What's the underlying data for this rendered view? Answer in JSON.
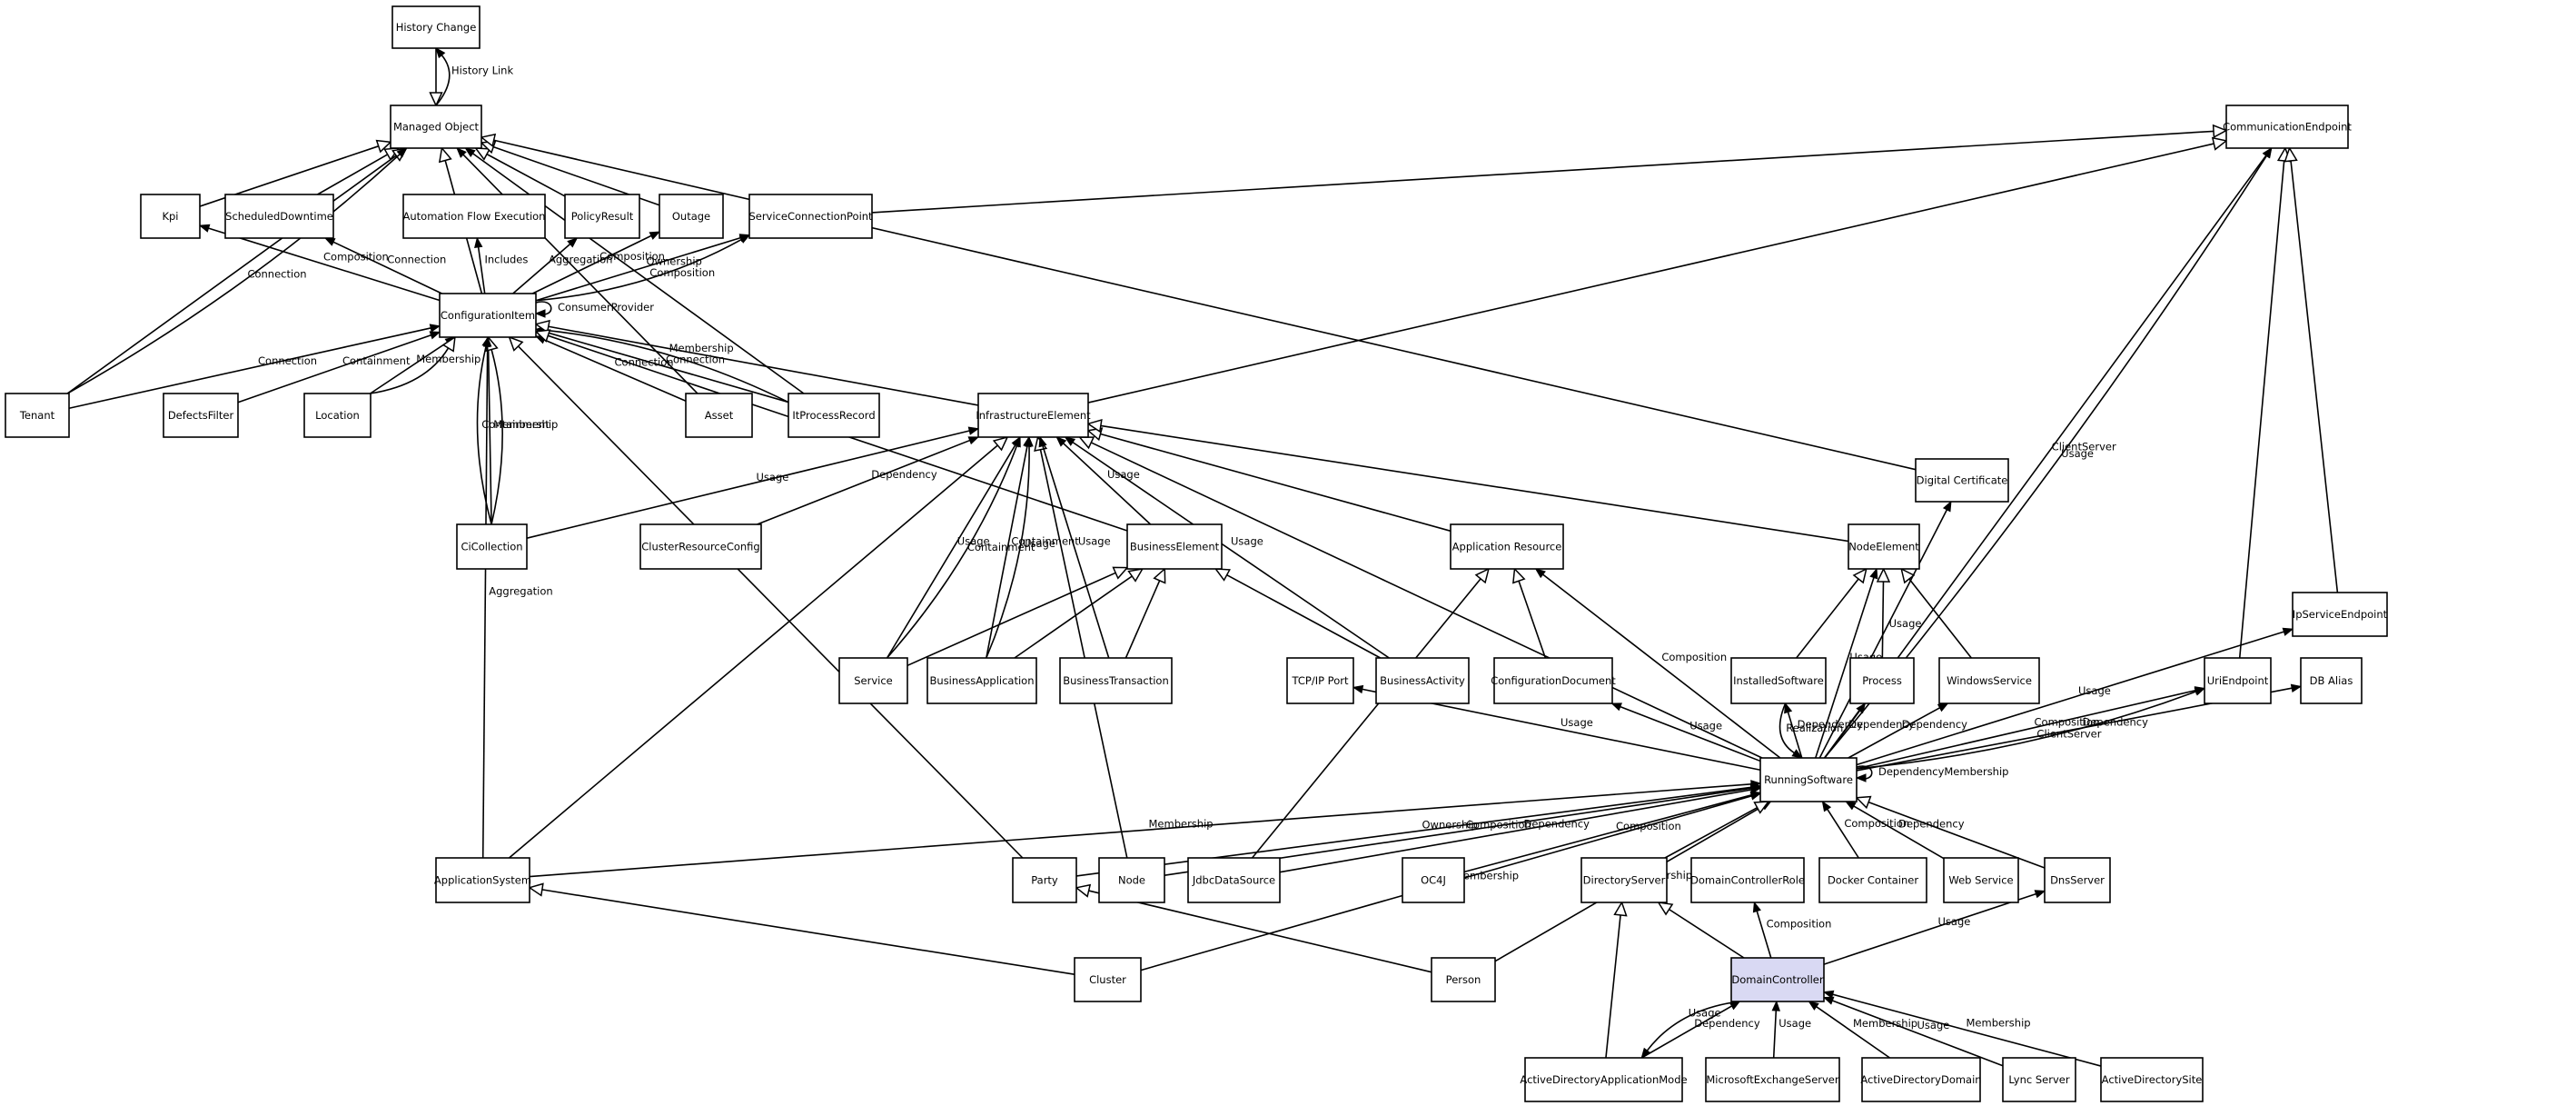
{
  "nodes": {
    "history_change": "History Change",
    "managed_object": "Managed Object",
    "communication_endpoint": "CommunicationEndpoint",
    "kpi": "Kpi",
    "scheduled_downtime": "ScheduledDowntime",
    "automation_flow_execution": "Automation Flow Execution",
    "policy_result": "PolicyResult",
    "outage": "Outage",
    "service_connection_point": "ServiceConnectionPoint",
    "configuration_item": "ConfigurationItem",
    "tenant": "Tenant",
    "defects_filter": "DefectsFilter",
    "location": "Location",
    "asset": "Asset",
    "it_process_record": "ItProcessRecord",
    "infrastructure_element": "InfrastructureElement",
    "digital_certificate": "Digital Certificate",
    "ci_collection": "CiCollection",
    "cluster_resource_config": "ClusterResourceConfig",
    "business_element": "BusinessElement",
    "application_resource": "Application Resource",
    "node_element": "NodeElement",
    "ip_service_endpoint": "IpServiceEndpoint",
    "service": "Service",
    "business_application": "BusinessApplication",
    "business_transaction": "BusinessTransaction",
    "tcp_ip_port": "TCP/IP Port",
    "business_activity": "BusinessActivity",
    "configuration_document": "ConfigurationDocument",
    "installed_software": "InstalledSoftware",
    "process": "Process",
    "windows_service": "WindowsService",
    "uri_endpoint": "UriEndpoint",
    "db_alias": "DB Alias",
    "running_software": "RunningSoftware",
    "application_system": "ApplicationSystem",
    "party": "Party",
    "node": "Node",
    "jdbc_data_source": "JdbcDataSource",
    "oc4j": "OC4J",
    "directory_server": "DirectoryServer",
    "domain_controller_role": "DomainControllerRole",
    "docker_container": "Docker Container",
    "web_service": "Web Service",
    "dns_server": "DnsServer",
    "cluster": "Cluster",
    "person": "Person",
    "domain_controller": "DomainController",
    "active_directory_application_mode": "ActiveDirectoryApplicationMode",
    "microsoft_exchange_server": "MicrosoftExchangeServer",
    "active_directory_domain": "ActiveDirectoryDomain",
    "lync_server": "Lync Server",
    "active_directory_site": "ActiveDirectorySite"
  },
  "highlight_node": "domain_controller",
  "highlight_color": "#d9d9f3",
  "edges": [
    {
      "from": "history_change",
      "to": "managed_object",
      "label": "",
      "head": "triangle"
    },
    {
      "from": "managed_object",
      "to": "history_change",
      "label": "History Link",
      "head": "filled"
    },
    {
      "from": "kpi",
      "to": "managed_object",
      "label": "",
      "head": "triangle"
    },
    {
      "from": "scheduled_downtime",
      "to": "managed_object",
      "label": "",
      "head": "triangle"
    },
    {
      "from": "policy_result",
      "to": "managed_object",
      "label": "",
      "head": "triangle"
    },
    {
      "from": "outage",
      "to": "managed_object",
      "label": "",
      "head": "triangle"
    },
    {
      "from": "tenant",
      "to": "managed_object",
      "label": "",
      "head": "triangle"
    },
    {
      "from": "tenant",
      "to": "managed_object",
      "label": "Connection",
      "head": "filled"
    },
    {
      "from": "configuration_item",
      "to": "managed_object",
      "label": "",
      "head": "triangle"
    },
    {
      "from": "asset",
      "to": "managed_object",
      "label": "",
      "head": "filled"
    },
    {
      "from": "it_process_record",
      "to": "managed_object",
      "label": "",
      "head": "filled"
    },
    {
      "from": "digital_certificate",
      "to": "managed_object",
      "label": "",
      "head": "triangle"
    },
    {
      "from": "service_connection_point",
      "to": "communication_endpoint",
      "label": "",
      "head": "triangle"
    },
    {
      "from": "configuration_item",
      "to": "kpi",
      "label": "Composition",
      "head": "filled"
    },
    {
      "from": "configuration_item",
      "to": "scheduled_downtime",
      "label": "Connection",
      "head": "filled"
    },
    {
      "from": "configuration_item",
      "to": "automation_flow_execution",
      "label": "Includes",
      "head": "filled"
    },
    {
      "from": "configuration_item",
      "to": "policy_result",
      "label": "Aggregation",
      "head": "filled"
    },
    {
      "from": "configuration_item",
      "to": "outage",
      "label": "Composition",
      "head": "filled"
    },
    {
      "from": "configuration_item",
      "to": "service_connection_point",
      "label": "Ownership",
      "head": "filled"
    },
    {
      "from": "configuration_item",
      "to": "service_connection_point",
      "label": "Composition",
      "head": "filled"
    },
    {
      "from": "configuration_item",
      "to": "configuration_item",
      "label": "ConsumerProvider",
      "head": "filled"
    },
    {
      "from": "tenant",
      "to": "configuration_item",
      "label": "Connection",
      "head": "filled"
    },
    {
      "from": "defects_filter",
      "to": "configuration_item",
      "label": "Containment",
      "head": "filled"
    },
    {
      "from": "location",
      "to": "configuration_item",
      "label": "Membership",
      "head": "filled"
    },
    {
      "from": "location",
      "to": "configuration_item",
      "label": "",
      "head": "triangle"
    },
    {
      "from": "asset",
      "to": "configuration_item",
      "label": "Connection",
      "head": "filled"
    },
    {
      "from": "it_process_record",
      "to": "configuration_item",
      "label": "Connection",
      "head": "filled"
    },
    {
      "from": "it_process_record",
      "to": "configuration_item",
      "label": "Membership",
      "head": "filled"
    },
    {
      "from": "infrastructure_element",
      "to": "configuration_item",
      "label": "",
      "head": "triangle"
    },
    {
      "from": "ci_collection",
      "to": "configuration_item",
      "label": "Membership",
      "head": "filled"
    },
    {
      "from": "ci_collection",
      "to": "configuration_item",
      "label": "",
      "head": "triangle"
    },
    {
      "from": "ci_collection",
      "to": "configuration_item",
      "label": "Containment",
      "head": "filled"
    },
    {
      "from": "business_element",
      "to": "configuration_item",
      "label": "",
      "head": "triangle"
    },
    {
      "from": "application_system",
      "to": "configuration_item",
      "label": "Aggregation",
      "head": "filled"
    },
    {
      "from": "party",
      "to": "configuration_item",
      "label": "",
      "head": "triangle"
    },
    {
      "from": "infrastructure_element",
      "to": "communication_endpoint",
      "label": "",
      "head": "triangle"
    },
    {
      "from": "ci_collection",
      "to": "infrastructure_element",
      "label": "Usage",
      "head": "filled"
    },
    {
      "from": "cluster_resource_config",
      "to": "infrastructure_element",
      "label": "Dependency",
      "head": "filled"
    },
    {
      "from": "application_system",
      "to": "infrastructure_element",
      "label": "",
      "head": "triangle"
    },
    {
      "from": "node",
      "to": "infrastructure_element",
      "label": "",
      "head": "triangle"
    },
    {
      "from": "service",
      "to": "infrastructure_element",
      "label": "Usage",
      "head": "filled"
    },
    {
      "from": "service",
      "to": "infrastructure_element",
      "label": "Containment",
      "head": "filled"
    },
    {
      "from": "business_application",
      "to": "infrastructure_element",
      "label": "Containment",
      "head": "filled"
    },
    {
      "from": "business_application",
      "to": "infrastructure_element",
      "label": "Usage",
      "head": "filled"
    },
    {
      "from": "business_element",
      "to": "infrastructure_element",
      "label": "Usage",
      "head": "filled"
    },
    {
      "from": "business_transaction",
      "to": "infrastructure_element",
      "label": "Usage",
      "head": "filled"
    },
    {
      "from": "business_activity",
      "to": "infrastructure_element",
      "label": "Usage",
      "head": "filled"
    },
    {
      "from": "application_resource",
      "to": "infrastructure_element",
      "label": "",
      "head": "triangle"
    },
    {
      "from": "node_element",
      "to": "infrastructure_element",
      "label": "",
      "head": "triangle"
    },
    {
      "from": "running_software",
      "to": "infrastructure_element",
      "label": "",
      "head": "triangle"
    },
    {
      "from": "service",
      "to": "business_element",
      "label": "",
      "head": "triangle"
    },
    {
      "from": "business_application",
      "to": "business_element",
      "label": "",
      "head": "triangle"
    },
    {
      "from": "business_transaction",
      "to": "business_element",
      "label": "",
      "head": "triangle"
    },
    {
      "from": "business_activity",
      "to": "business_element",
      "label": "",
      "head": "triangle"
    },
    {
      "from": "jdbc_data_source",
      "to": "application_resource",
      "label": "",
      "head": "triangle"
    },
    {
      "from": "configuration_document",
      "to": "application_resource",
      "label": "",
      "head": "triangle"
    },
    {
      "from": "running_software",
      "to": "application_resource",
      "label": "Composition",
      "head": "filled"
    },
    {
      "from": "running_software",
      "to": "configuration_document",
      "label": "Usage",
      "head": "filled"
    },
    {
      "from": "installed_software",
      "to": "node_element",
      "label": "",
      "head": "triangle"
    },
    {
      "from": "process",
      "to": "node_element",
      "label": "",
      "head": "triangle"
    },
    {
      "from": "windows_service",
      "to": "node_element",
      "label": "",
      "head": "triangle"
    },
    {
      "from": "running_software",
      "to": "node_element",
      "label": "Usage",
      "head": "filled"
    },
    {
      "from": "running_software",
      "to": "digital_certificate",
      "label": "Usage",
      "head": "filled"
    },
    {
      "from": "running_software",
      "to": "tcp_ip_port",
      "label": "Usage",
      "head": "filled"
    },
    {
      "from": "running_software",
      "to": "installed_software",
      "label": "Dependency",
      "head": "filled"
    },
    {
      "from": "installed_software",
      "to": "running_software",
      "label": "Realization",
      "head": "filled"
    },
    {
      "from": "running_software",
      "to": "process",
      "label": "Dependency",
      "head": "filled"
    },
    {
      "from": "running_software",
      "to": "windows_service",
      "label": "Dependency",
      "head": "filled"
    },
    {
      "from": "running_software",
      "to": "uri_endpoint",
      "label": "Composition",
      "head": "filled"
    },
    {
      "from": "running_software",
      "to": "uri_endpoint",
      "label": "ClientServer",
      "head": "filled"
    },
    {
      "from": "running_software",
      "to": "db_alias",
      "label": "Dependency",
      "head": "filled"
    },
    {
      "from": "running_software",
      "to": "ip_service_endpoint",
      "label": "Usage",
      "head": "filled"
    },
    {
      "from": "running_software",
      "to": "communication_endpoint",
      "label": "ClientServer",
      "head": "filled"
    },
    {
      "from": "running_software",
      "to": "communication_endpoint",
      "label": "Usage",
      "head": "filled"
    },
    {
      "from": "uri_endpoint",
      "to": "communication_endpoint",
      "label": "",
      "head": "triangle"
    },
    {
      "from": "ip_service_endpoint",
      "to": "communication_endpoint",
      "label": "",
      "head": "triangle"
    },
    {
      "from": "running_software",
      "to": "running_software",
      "label": "DependencyMembership",
      "head": "filled"
    },
    {
      "from": "application_system",
      "to": "running_software",
      "label": "Membership",
      "head": "filled"
    },
    {
      "from": "party",
      "to": "running_software",
      "label": "Ownership",
      "head": "filled"
    },
    {
      "from": "node",
      "to": "running_software",
      "label": "Composition",
      "head": "filled"
    },
    {
      "from": "jdbc_data_source",
      "to": "running_software",
      "label": "Dependency",
      "head": "filled"
    },
    {
      "from": "cluster",
      "to": "running_software",
      "label": "Membership",
      "head": "filled"
    },
    {
      "from": "oc4j",
      "to": "running_software",
      "label": "Composition",
      "head": "filled"
    },
    {
      "from": "person",
      "to": "running_software",
      "label": "Ownership",
      "head": "filled"
    },
    {
      "from": "directory_server",
      "to": "running_software",
      "label": "",
      "head": "triangle"
    },
    {
      "from": "docker_container",
      "to": "running_software",
      "label": "Composition",
      "head": "filled"
    },
    {
      "from": "web_service",
      "to": "running_software",
      "label": "Dependency",
      "head": "filled"
    },
    {
      "from": "dns_server",
      "to": "running_software",
      "label": "",
      "head": "triangle"
    },
    {
      "from": "cluster",
      "to": "application_system",
      "label": "",
      "head": "triangle"
    },
    {
      "from": "person",
      "to": "party",
      "label": "",
      "head": "triangle"
    },
    {
      "from": "domain_controller",
      "to": "directory_server",
      "label": "",
      "head": "triangle"
    },
    {
      "from": "domain_controller",
      "to": "domain_controller_role",
      "label": "Composition",
      "head": "filled"
    },
    {
      "from": "domain_controller",
      "to": "dns_server",
      "label": "Usage",
      "head": "filled"
    },
    {
      "from": "active_directory_application_mode",
      "to": "directory_server",
      "label": "",
      "head": "triangle"
    },
    {
      "from": "active_directory_application_mode",
      "to": "domain_controller",
      "label": "Dependency",
      "head": "filled"
    },
    {
      "from": "domain_controller",
      "to": "active_directory_application_mode",
      "label": "Usage",
      "head": "filled"
    },
    {
      "from": "microsoft_exchange_server",
      "to": "domain_controller",
      "label": "Usage",
      "head": "filled"
    },
    {
      "from": "active_directory_domain",
      "to": "domain_controller",
      "label": "Membership",
      "head": "filled"
    },
    {
      "from": "lync_server",
      "to": "domain_controller",
      "label": "Usage",
      "head": "filled"
    },
    {
      "from": "active_directory_site",
      "to": "domain_controller",
      "label": "Membership",
      "head": "filled"
    }
  ]
}
